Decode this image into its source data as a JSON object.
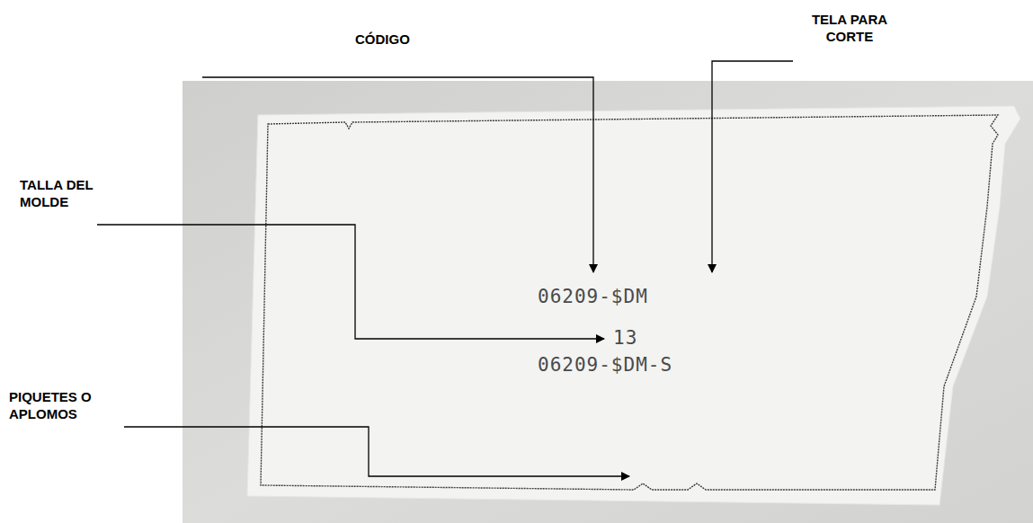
{
  "diagram": {
    "labels": [
      "CÓDIGO",
      "TELA PARA CORTE",
      "TALLA DEL MOLDE",
      "PIQUETES O APLOMOS",
      "06209-$DM",
      "13",
      "06209-$DM-S"
    ]
  }
}
